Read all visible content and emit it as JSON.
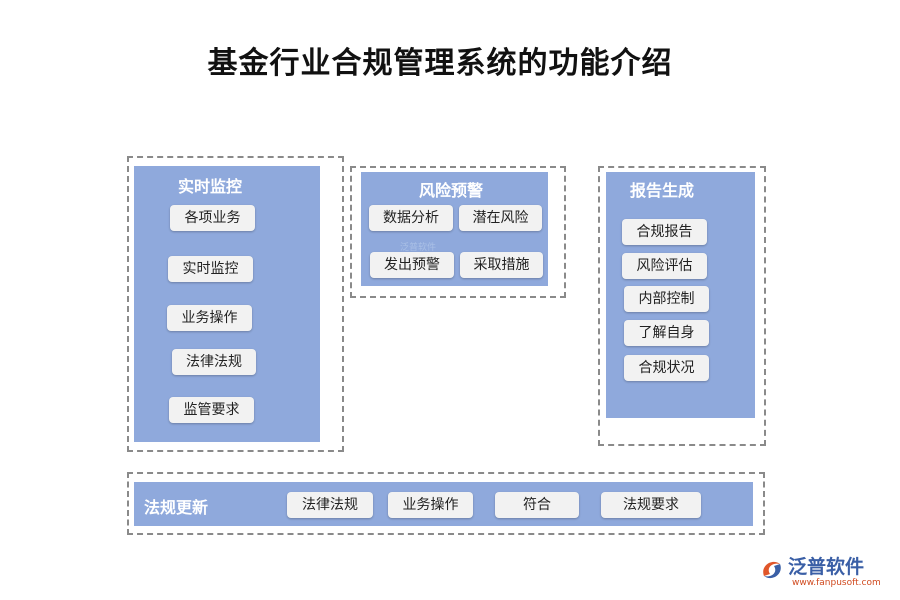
{
  "title": "基金行业合规管理系统的功能介绍",
  "sections": {
    "realtime": {
      "title": "实时监控",
      "items": [
        "各项业务",
        "实时监控",
        "业务操作",
        "法律法规",
        "监管要求"
      ]
    },
    "risk": {
      "title": "风险预警",
      "items": [
        "数据分析",
        "潜在风险",
        "发出预警",
        "采取措施"
      ]
    },
    "report": {
      "title": "报告生成",
      "items": [
        "合规报告",
        "风险评估",
        "内部控制",
        "了解自身",
        "合规状况"
      ]
    },
    "update": {
      "title": "法规更新",
      "items": [
        "法律法规",
        "业务操作",
        "符合",
        "法规要求"
      ]
    }
  },
  "watermark": "泛普软件",
  "brand": {
    "name": "泛普软件",
    "url": "www.fanpusoft.com"
  }
}
